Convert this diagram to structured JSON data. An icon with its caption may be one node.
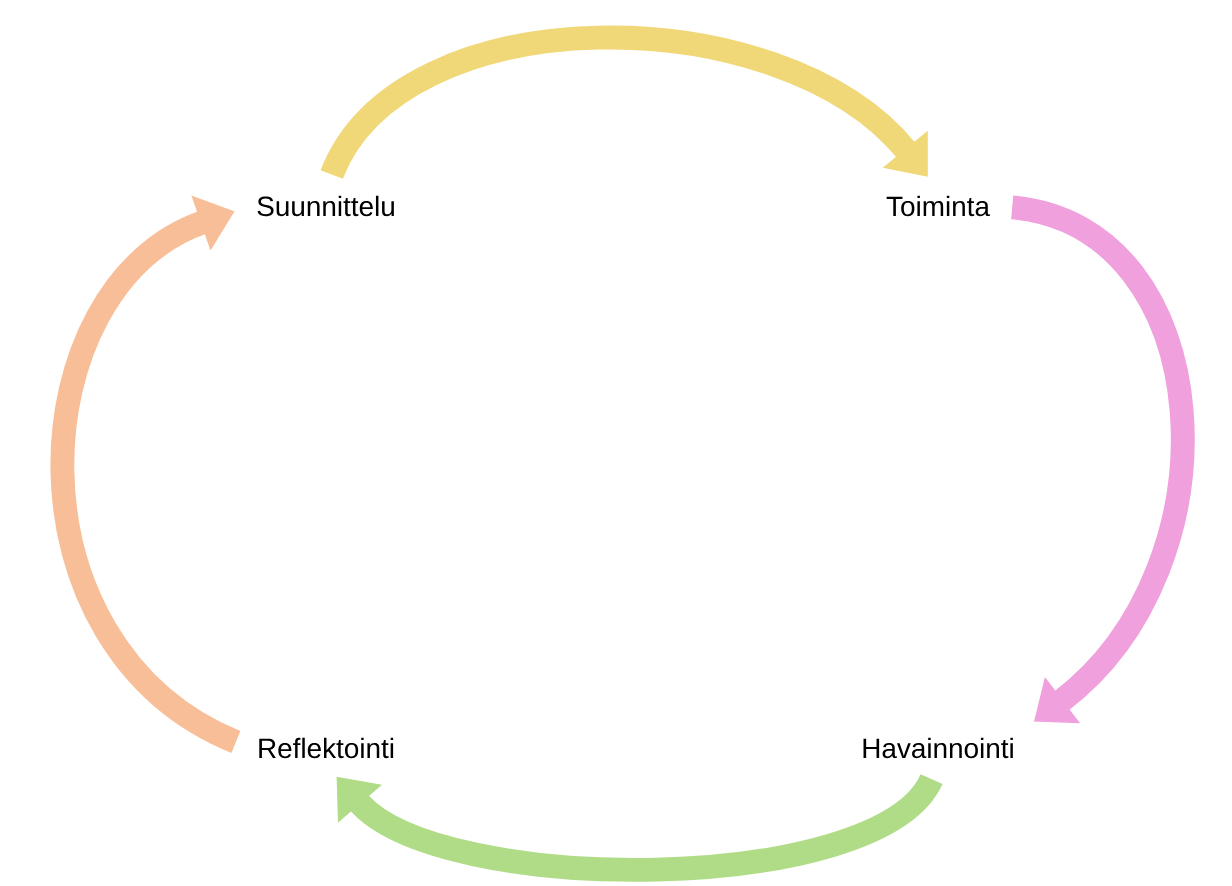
{
  "diagram": {
    "nodes": [
      {
        "text": [
          "Suunnittelu"
        ]
      },
      {
        "text": [
          "Toiminta"
        ]
      },
      {
        "text": [
          "Havainnointi"
        ]
      },
      {
        "text": [
          "Reflektointi"
        ]
      }
    ],
    "edges": [
      {
        "from": 0,
        "to": 1,
        "arrow": "to",
        "color": "#f0d878"
      },
      {
        "from": 1,
        "to": 2,
        "arrow": "to",
        "color": "#f0a0dc"
      },
      {
        "from": 2,
        "to": 3,
        "arrow": "to",
        "color": "#b0dc88"
      },
      {
        "from": 3,
        "to": 0,
        "arrow": "to",
        "color": "#f8be98"
      }
    ]
  }
}
